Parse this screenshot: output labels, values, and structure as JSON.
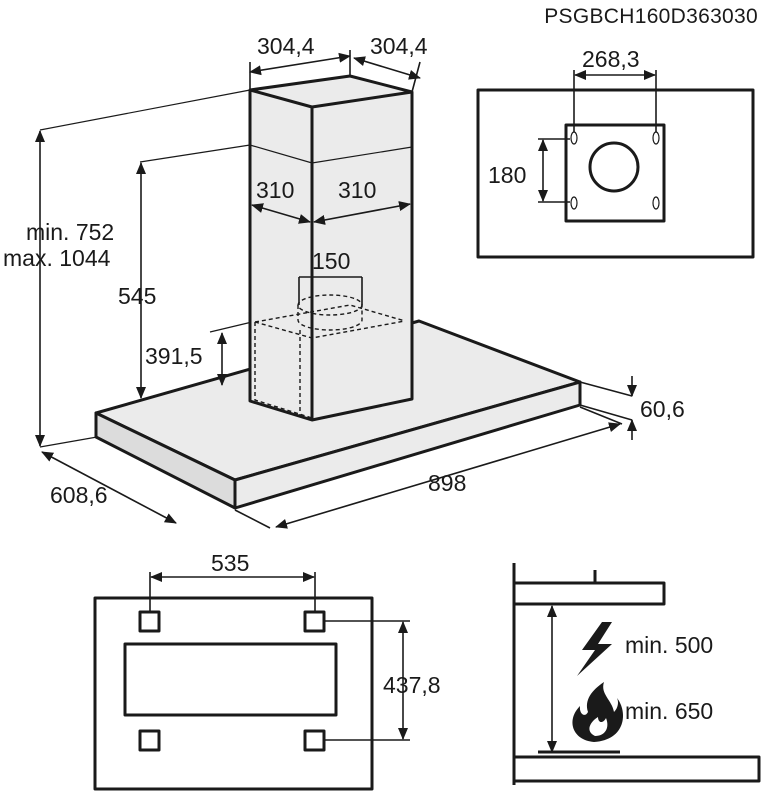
{
  "model_code": "PSGBCH160D363030",
  "dimensions": {
    "chimney_width_left": "304,4",
    "chimney_width_right": "304,4",
    "inner_width_left": "310",
    "inner_width_right": "310",
    "outlet_diameter": "150",
    "height_range_min": "min. 752",
    "height_range_max": "max. 1044",
    "chimney_height": "545",
    "outlet_height": "391,5",
    "canopy_thickness": "60,6",
    "canopy_depth": "608,6",
    "canopy_width": "898"
  },
  "ceiling_plate": {
    "width": "268,3",
    "height": "180"
  },
  "mounting_holes": {
    "horizontal_spacing": "535",
    "vertical_spacing": "437,8"
  },
  "clearance": {
    "electric_label": "min. 500",
    "gas_label": "min. 650"
  }
}
